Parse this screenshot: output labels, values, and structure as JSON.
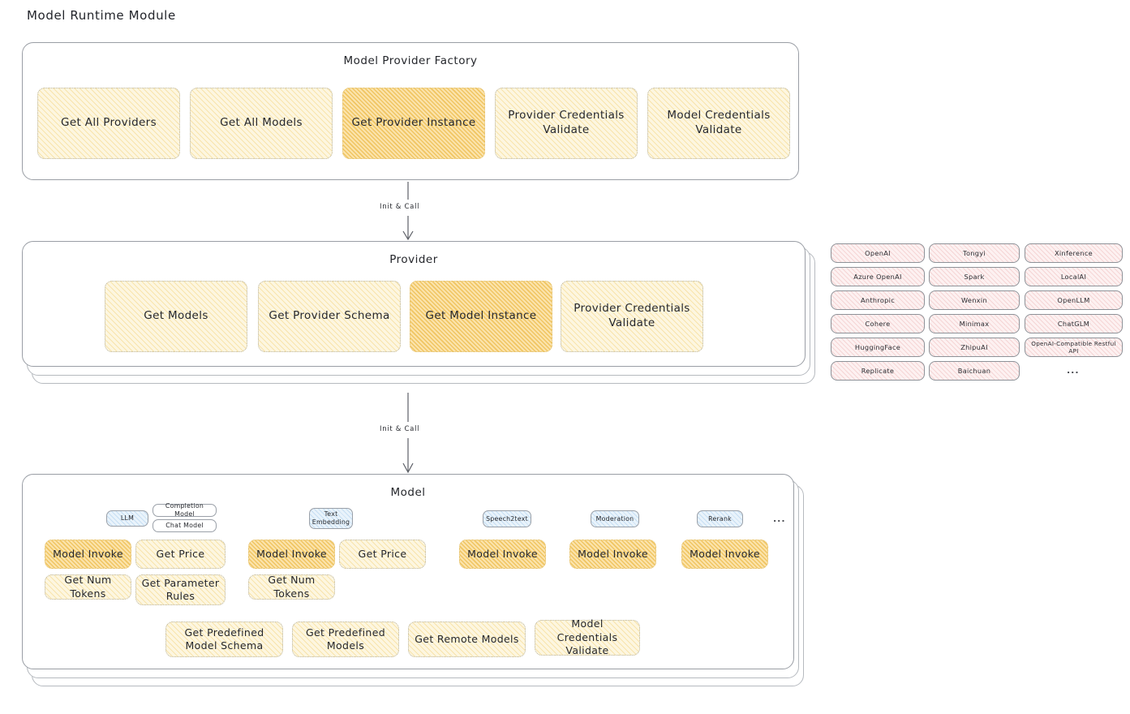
{
  "page": {
    "title": "Model Runtime Module"
  },
  "factory": {
    "title": "Model Provider Factory",
    "items": [
      {
        "label": "Get All Providers",
        "highlight": false
      },
      {
        "label": "Get All Models",
        "highlight": false
      },
      {
        "label": "Get Provider Instance",
        "highlight": true
      },
      {
        "label": "Provider Credentials Validate",
        "highlight": false
      },
      {
        "label": "Model Credentials Validate",
        "highlight": false
      }
    ]
  },
  "arrows": [
    {
      "label": "Init & Call"
    },
    {
      "label": "Init & Call"
    }
  ],
  "provider": {
    "title": "Provider",
    "items": [
      {
        "label": "Get Models",
        "highlight": false
      },
      {
        "label": "Get Provider Schema",
        "highlight": false
      },
      {
        "label": "Get Model Instance",
        "highlight": true
      },
      {
        "label": "Provider Credentials Validate",
        "highlight": false
      }
    ]
  },
  "provider_list": {
    "columns": [
      [
        "OpenAI",
        "Azure OpenAI",
        "Anthropic",
        "Cohere",
        "HuggingFace",
        "Replicate"
      ],
      [
        "Tongyi",
        "Spark",
        "Wenxin",
        "Minimax",
        "ZhipuAI",
        "Baichuan"
      ],
      [
        "Xinference",
        "LocalAI",
        "OpenLLM",
        "ChatGLM",
        "OpenAI-Compatible Restful API"
      ]
    ],
    "more": "..."
  },
  "model": {
    "title": "Model",
    "more": "...",
    "types": [
      {
        "name": "LLM",
        "sub": [
          "Completion Model",
          "Chat Model"
        ]
      },
      {
        "name": "Text\nEmbedding",
        "sub": []
      },
      {
        "name": "Speech2text",
        "sub": []
      },
      {
        "name": "Moderation",
        "sub": []
      },
      {
        "name": "Rerank",
        "sub": []
      }
    ],
    "columns": [
      {
        "items": [
          {
            "label": "Model Invoke",
            "highlight": true
          },
          {
            "label": "Get Price",
            "highlight": false
          },
          {
            "label": "Get Num Tokens",
            "highlight": false
          },
          {
            "label": "Get Parameter Rules",
            "highlight": false
          }
        ]
      },
      {
        "items": [
          {
            "label": "Model Invoke",
            "highlight": true
          },
          {
            "label": "Get Price",
            "highlight": false
          },
          {
            "label": "Get Num Tokens",
            "highlight": false
          }
        ]
      },
      {
        "items": [
          {
            "label": "Model Invoke",
            "highlight": true
          }
        ]
      },
      {
        "items": [
          {
            "label": "Model Invoke",
            "highlight": true
          }
        ]
      },
      {
        "items": [
          {
            "label": "Model Invoke",
            "highlight": true
          }
        ]
      }
    ],
    "shared": [
      {
        "label": "Get Predefined Model Schema",
        "highlight": false
      },
      {
        "label": "Get Predefined Models",
        "highlight": false
      },
      {
        "label": "Get Remote Models",
        "highlight": false
      },
      {
        "label": "Model Credentials Validate",
        "highlight": false
      }
    ]
  },
  "colors": {
    "fill_normal": "#fdf6e0",
    "fill_highlight": "#fbe3ab",
    "pill_fill": "#fdf1f1",
    "badge_fill": "#e9f3fb",
    "border": "#9a9ea5",
    "text": "#25272c"
  }
}
